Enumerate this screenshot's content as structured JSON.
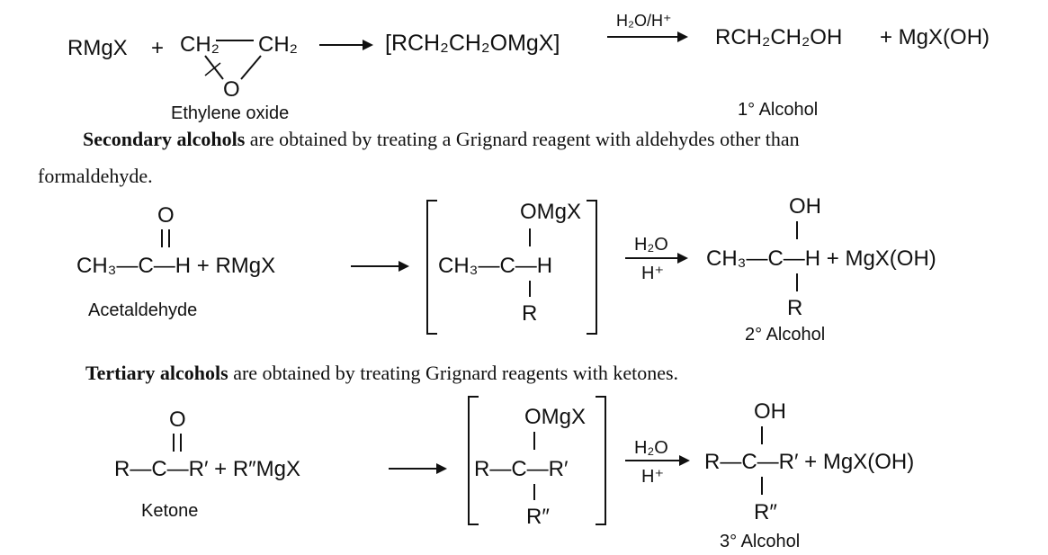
{
  "eq1": {
    "reagent": "RMgX",
    "plus": "+",
    "ch2_left": "CH₂",
    "ch2_right": "CH₂",
    "oxygen": "O",
    "reagent_name": "Ethylene oxide",
    "intermediate": "[RCH₂CH₂OMgX]",
    "conditions": "H₂O/H⁺",
    "product": "RCH₂CH₂OH",
    "byproduct": "+ MgX(OH)",
    "product_label": "1° Alcohol"
  },
  "para1": {
    "bold": "Secondary alcohols",
    "rest": " are obtained by treating a Grignard reagent with aldehydes other than",
    "line2": "formaldehyde."
  },
  "eq2": {
    "carbonyl_o": "O",
    "reactant": "CH₃—C—H + RMgX",
    "reactant_name": "Acetaldehyde",
    "int_top": "OMgX",
    "int_mid": "CH₃—C—H",
    "int_bottom": "R",
    "cond_top": "H₂O",
    "cond_bottom": "H⁺",
    "prod_top": "OH",
    "prod_mid": "CH₃—C—H  +  MgX(OH)",
    "prod_bottom": "R",
    "product_label": "2° Alcohol"
  },
  "para2": {
    "bold": "Tertiary alcohols",
    "rest": " are obtained by treating Grignard reagents with ketones."
  },
  "eq3": {
    "carbonyl_o": "O",
    "reactant": "R—C—R′  +  R″MgX",
    "reactant_name": "Ketone",
    "int_top": "OMgX",
    "int_mid": "R—C—R′",
    "int_bottom": "R″",
    "cond_top": "H₂O",
    "cond_bottom": "H⁺",
    "prod_top": "OH",
    "prod_mid": "R—C—R′ + MgX(OH)",
    "prod_bottom": "R″",
    "product_label": "3° Alcohol"
  }
}
